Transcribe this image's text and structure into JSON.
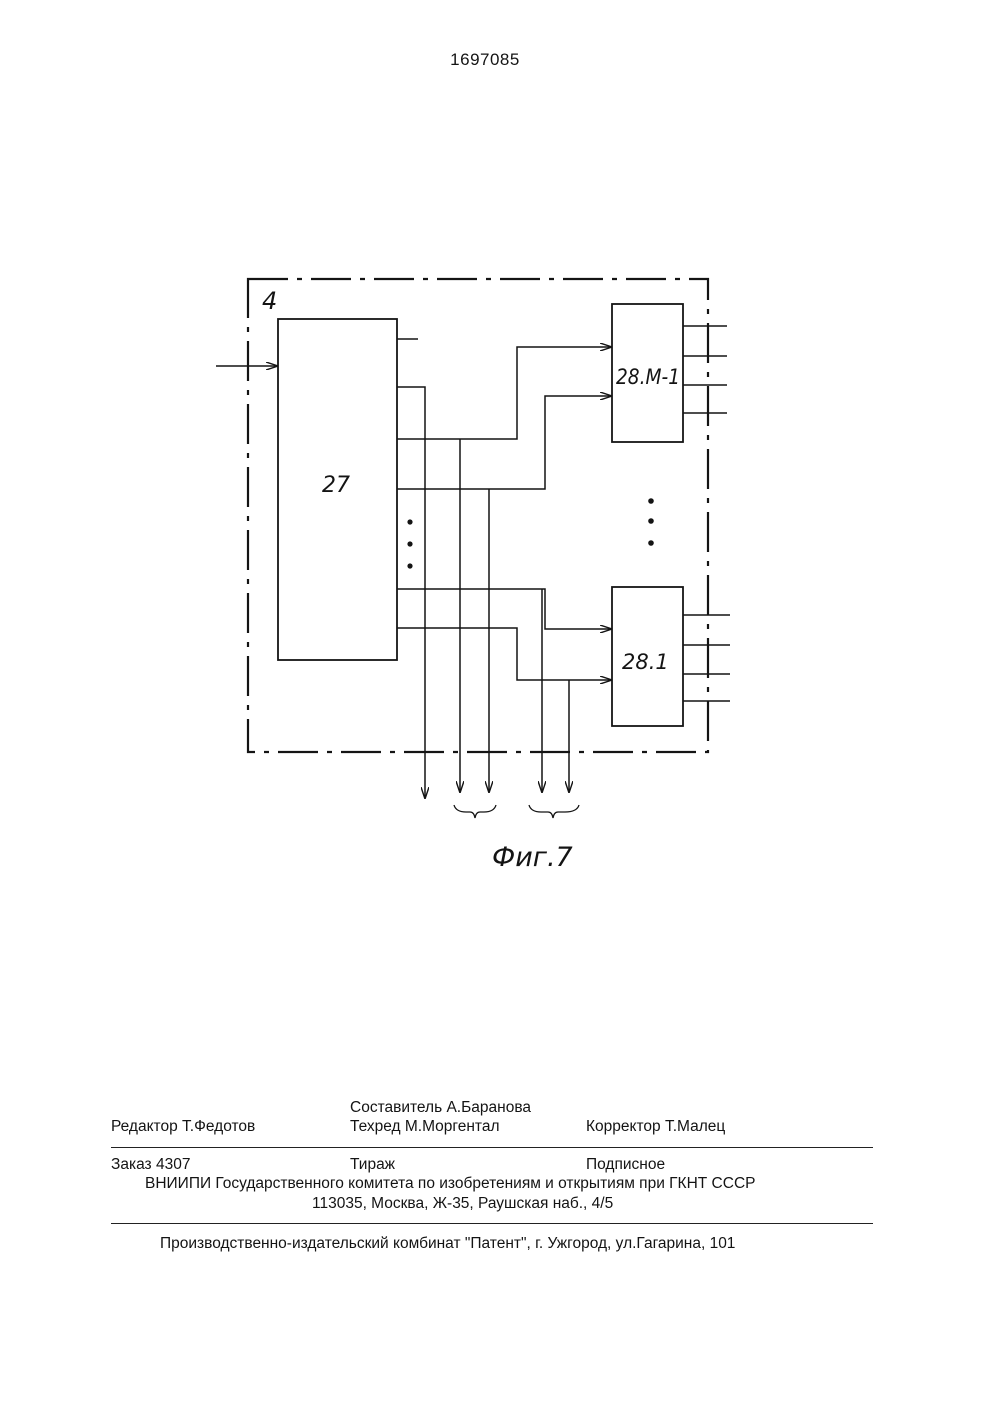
{
  "header": {
    "patent_number": "1697085"
  },
  "figure": {
    "frame_label": "4",
    "block_main_label": "27",
    "block_top_label": "28.M-1",
    "block_bottom_label": "28.1",
    "caption": "Фиг.7"
  },
  "footer": {
    "composer": "Составитель  А.Баранова",
    "editor": "Редактор  Т.Федотов",
    "techred": "Техред М.Моргентал",
    "corrector": "Корректор   Т.Малец",
    "order": "Заказ  4307",
    "circulation": "Тираж",
    "subscription": "Подписное",
    "org_line": "ВНИИПИ Государственного комитета по изобретениям и открытиям при ГКНТ СССР",
    "address_line": "113035, Москва, Ж-35, Раушская наб., 4/5",
    "publisher_line": "Производственно-издательский комбинат \"Патент\", г. Ужгород, ул.Гагарина, 101"
  }
}
